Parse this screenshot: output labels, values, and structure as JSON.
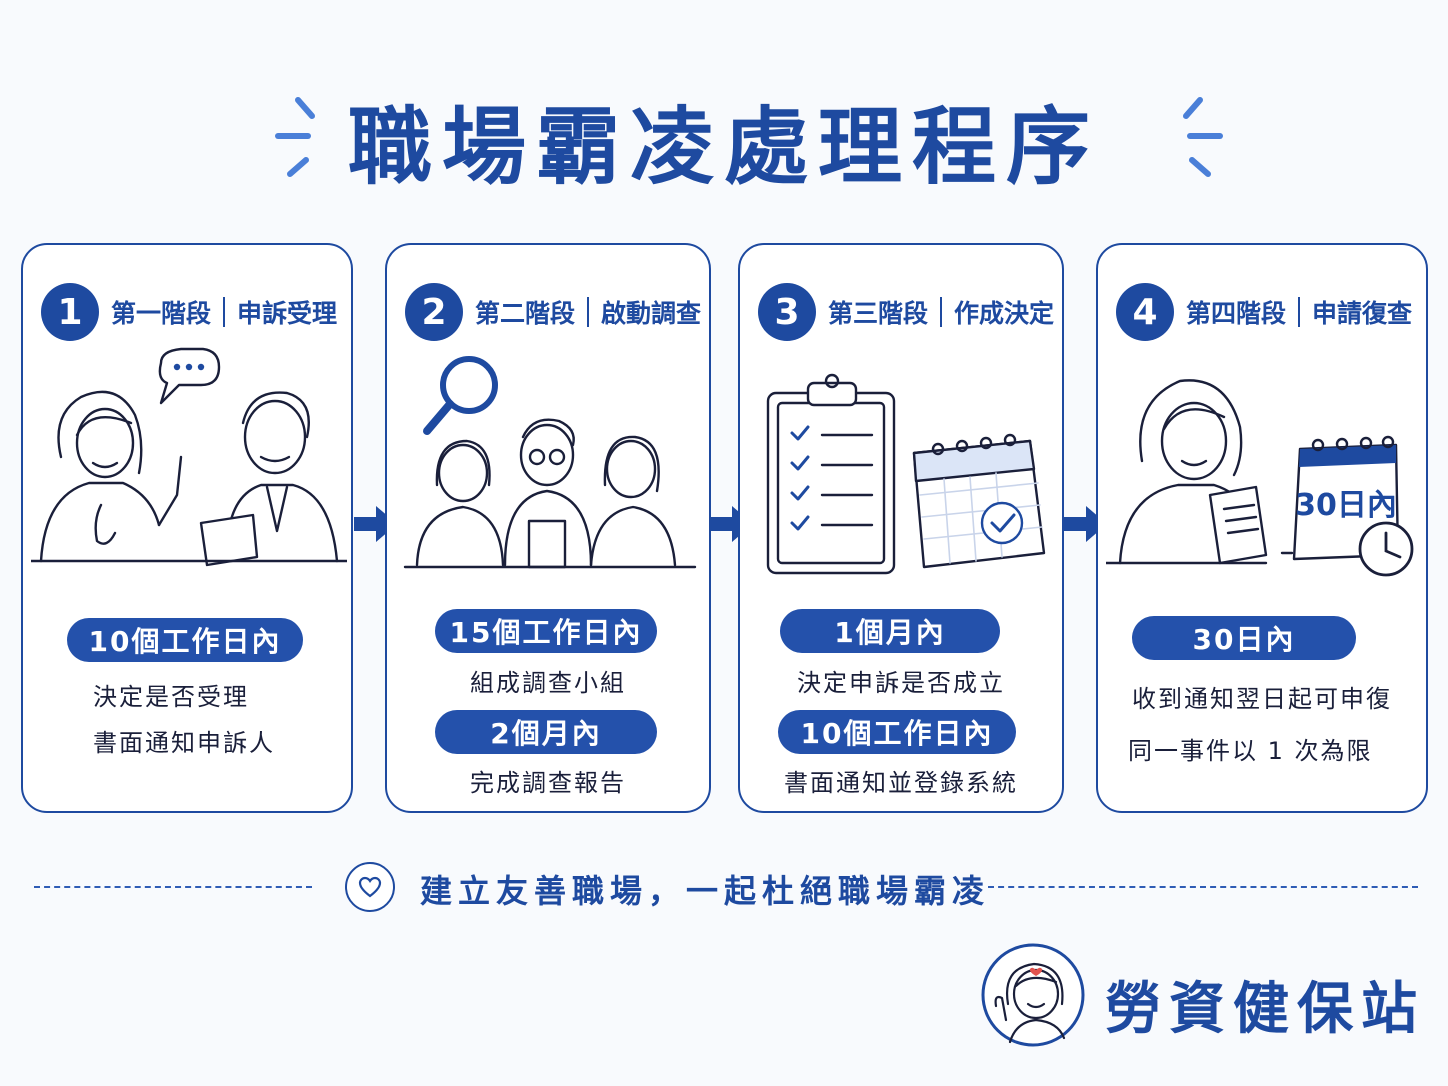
{
  "title": "職場霸凌處理程序",
  "steps": [
    {
      "number": "1",
      "stage": "第一階段",
      "name": "申訴受理",
      "blocks": [
        {
          "pill": "10個工作日內",
          "lines": [
            "決定是否受理",
            "書面通知申訴人"
          ]
        }
      ]
    },
    {
      "number": "2",
      "stage": "第二階段",
      "name": "啟動調查",
      "blocks": [
        {
          "pill": "15個工作日內",
          "lines": [
            "組成調查小組"
          ]
        },
        {
          "pill": "2個月內",
          "lines": [
            "完成調查報告"
          ]
        }
      ]
    },
    {
      "number": "3",
      "stage": "第三階段",
      "name": "作成決定",
      "blocks": [
        {
          "pill": "1個月內",
          "lines": [
            "決定申訴是否成立"
          ]
        },
        {
          "pill": "10個工作日內",
          "lines": [
            "書面通知並登錄系統"
          ]
        }
      ]
    },
    {
      "number": "4",
      "stage": "第四階段",
      "name": "申請復查",
      "calendar_label": "30日內",
      "blocks": [
        {
          "pill": "30日內",
          "lines": [
            "收到通知翌日起可申復",
            "同一事件以 1 次為限"
          ]
        }
      ]
    }
  ],
  "footer": {
    "slogan": "建立友善職場，一起杜絕職場霸凌",
    "brand": "勞資健保站"
  },
  "colors": {
    "primary": "#1e4aa0",
    "pill": "#2451ab",
    "background": "#f8fafd",
    "card": "#ffffff",
    "text": "#1a1f3a"
  },
  "icons": [
    "speech-bubble-icon",
    "magnifier-icon",
    "clipboard-checklist-icon",
    "calendar-check-icon",
    "calendar-icon",
    "clock-icon",
    "heart-icon",
    "arrow-right-icon"
  ]
}
